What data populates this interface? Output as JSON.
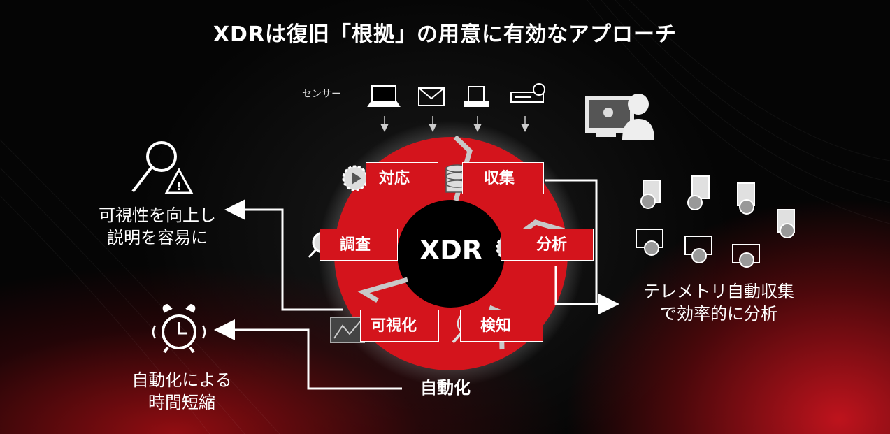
{
  "title": "XDRは復旧「根拠」の用意に有効なアプローチ",
  "sensor_label": "センサー",
  "center_label": "XDR",
  "cycle_steps": {
    "respond": "対応",
    "collect": "収集",
    "investigate": "調査",
    "analyze": "分析",
    "visualize": "可視化",
    "detect": "検知"
  },
  "automation_label": "自動化",
  "left_top_callout": [
    "可視性を向上し",
    "説明を容易に"
  ],
  "left_bottom_callout": [
    "自動化による",
    "時間短縮"
  ],
  "right_callout": [
    "テレメトリ自動収集",
    "で効率的に分析"
  ],
  "colors": {
    "ring": "#d4141c",
    "background": "#050505",
    "text": "#ffffff"
  }
}
